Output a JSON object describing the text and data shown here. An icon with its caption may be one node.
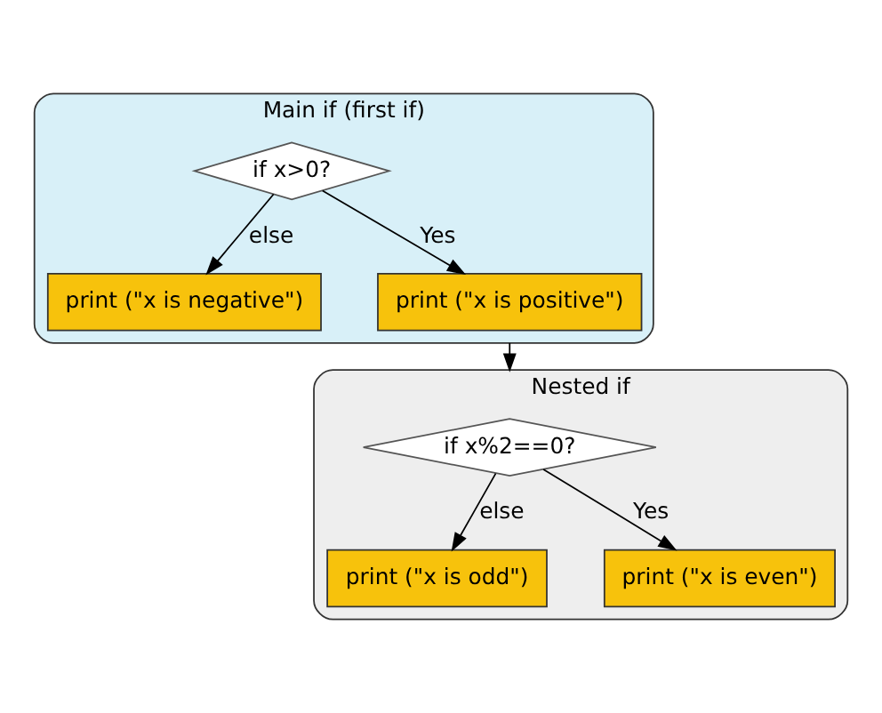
{
  "diagram": {
    "nodes": [
      {
        "text": [
          "Main if (first if)"
        ]
      },
      {
        "text": [
          "if x>0?"
        ],
        "in": 0
      },
      {
        "text": [
          "print (\"x is negative\")"
        ],
        "in": 0
      },
      {
        "text": [
          "print (\"x is positive\")"
        ],
        "in": 0
      },
      {
        "text": [
          "Nested if"
        ]
      },
      {
        "text": [
          "if x%2==0?"
        ],
        "in": 4
      },
      {
        "text": [
          "print (\"x is odd\")"
        ],
        "in": 4
      },
      {
        "text": [
          "print (\"x is even\")"
        ],
        "in": 4
      }
    ],
    "edges": [
      {
        "from": 1,
        "to": 2,
        "arrow": "to",
        "label": "else"
      },
      {
        "from": 1,
        "to": 3,
        "arrow": "to",
        "label": "Yes"
      },
      {
        "from": 0,
        "to": 4,
        "arrow": "to"
      },
      {
        "from": 5,
        "to": 6,
        "arrow": "to",
        "label": "else"
      },
      {
        "from": 5,
        "to": 7,
        "arrow": "to",
        "label": "Yes"
      }
    ]
  }
}
